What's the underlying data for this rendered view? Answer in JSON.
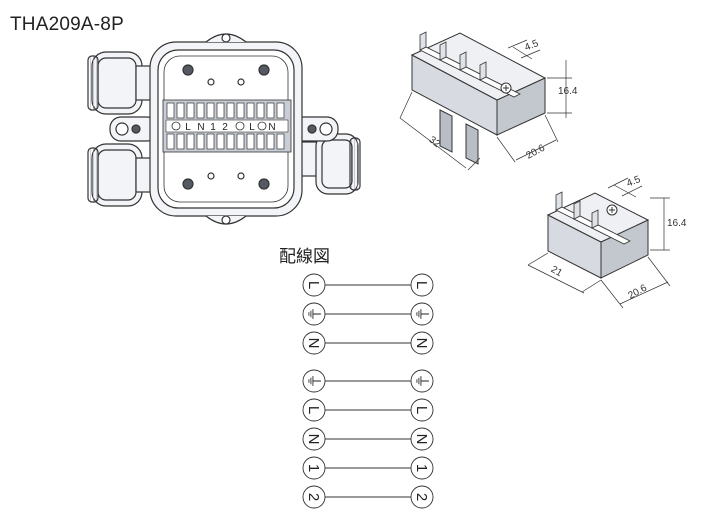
{
  "product_title": "THA209A-8P",
  "wiring_title": "配線図",
  "box_terminal_labels": [
    "L",
    "N",
    "1",
    "2",
    "L",
    "N"
  ],
  "block_8p_dims": {
    "top_pitch": "4.5",
    "height": "16.4",
    "length": "32",
    "depth": "20.6"
  },
  "block_3p_dims": {
    "top_pitch": "4.5",
    "height": "16.4",
    "length": "21",
    "depth": "20.6"
  },
  "wiring_group_1": [
    {
      "left": "L",
      "right": "L"
    },
    {
      "left": "⏚",
      "right": "⏚"
    },
    {
      "left": "N",
      "right": "N"
    }
  ],
  "wiring_group_2": [
    {
      "left": "⏚",
      "right": "⏚"
    },
    {
      "left": "L",
      "right": "L"
    },
    {
      "left": "N",
      "right": "N"
    },
    {
      "left": "1",
      "right": "1"
    },
    {
      "left": "2",
      "right": "2"
    }
  ],
  "colors": {
    "line": "#333333",
    "body_fill": "#f2f4f7",
    "shade": "#c9ced6",
    "dark": "#555a62"
  }
}
